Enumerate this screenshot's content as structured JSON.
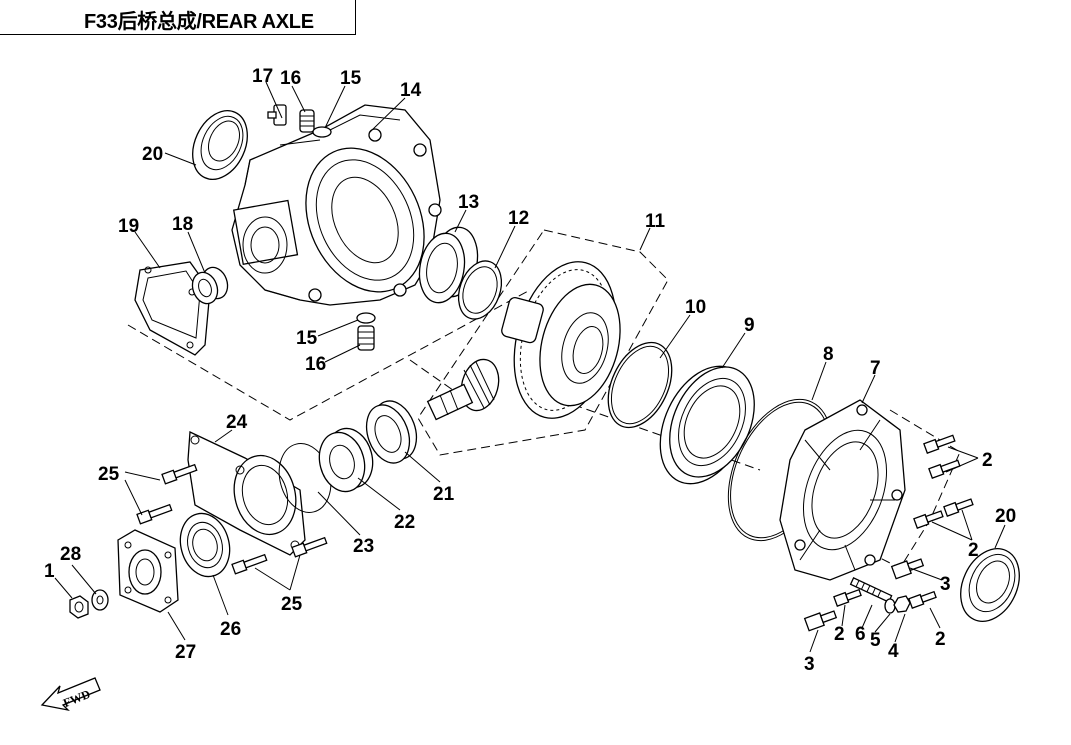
{
  "header": {
    "title": "F33后桥总成/REAR AXLE"
  },
  "direction_label": "FWD",
  "callouts": {
    "c1": "1",
    "c2a": "2",
    "c2b": "2",
    "c2c": "2",
    "c2d": "2",
    "c3a": "3",
    "c3b": "3",
    "c4": "4",
    "c5": "5",
    "c6": "6",
    "c7": "7",
    "c8": "8",
    "c9": "9",
    "c10": "10",
    "c11": "11",
    "c12": "12",
    "c13": "13",
    "c14": "14",
    "c15a": "15",
    "c15b": "15",
    "c16a": "16",
    "c16b": "16",
    "c17": "17",
    "c18": "18",
    "c19": "19",
    "c20a": "20",
    "c20b": "20",
    "c21": "21",
    "c22": "22",
    "c23": "23",
    "c24": "24",
    "c25a": "25",
    "c25b": "25",
    "c26": "26",
    "c27": "27",
    "c28": "28"
  }
}
